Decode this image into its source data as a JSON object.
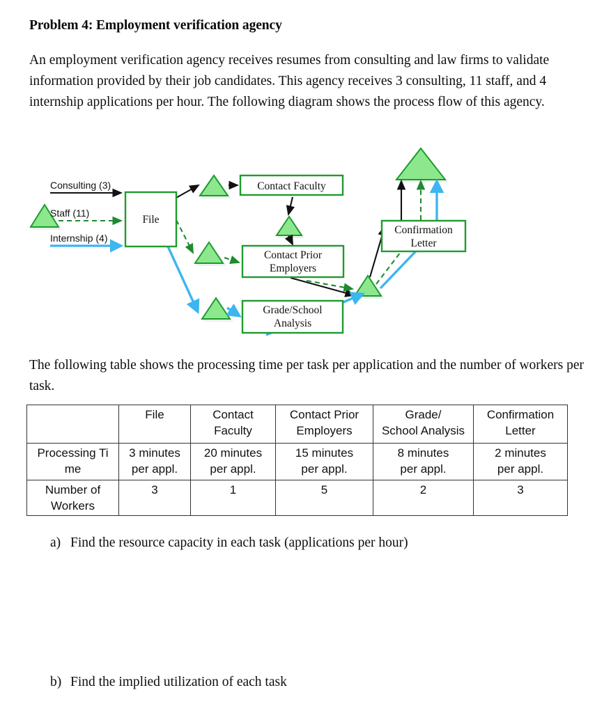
{
  "document": {
    "problem_title": "Problem 4: Employment verification agency",
    "intro_paragraph": "An employment verification agency receives resumes from consulting and law firms to validate information provided by their job candidates. This agency receives 3 consulting, 11 staff, and 4 internship applications per hour. The following diagram shows the process flow of this agency.",
    "table_intro": "The following table shows the processing time per task per application and the number of workers per task."
  },
  "diagram": {
    "inputs": [
      {
        "label": "Consulting (3)",
        "flow": "consulting",
        "color": "#111111",
        "style": "solid"
      },
      {
        "label": "Staff (11)",
        "flow": "staff",
        "color": "#1f8a2f",
        "style": "dashed"
      },
      {
        "label": "Internship (4)",
        "flow": "internship",
        "color": "#3db5f0",
        "style": "solid-thick"
      }
    ],
    "boxes": [
      {
        "id": "file",
        "label_lines": [
          "File"
        ]
      },
      {
        "id": "contact-faculty",
        "label_lines": [
          "Contact Faculty"
        ]
      },
      {
        "id": "contact-prior-employers",
        "label_lines": [
          "Contact Prior",
          "Employers"
        ]
      },
      {
        "id": "grade-school-analysis",
        "label_lines": [
          "Grade/School",
          "Analysis"
        ]
      },
      {
        "id": "confirmation-letter",
        "label_lines": [
          "Confirmation",
          "Letter"
        ]
      }
    ],
    "colors": {
      "box_stroke": "#1f9b2f",
      "triangle_fill": "#8de88d",
      "triangle_stroke": "#1f9b2f",
      "consulting_arrow": "#111111",
      "staff_arrow": "#1f8a2f",
      "internship_arrow": "#3db5f0"
    },
    "buffer_count": 6
  },
  "table": {
    "columns": [
      {
        "key": "label",
        "lines": [
          "",
          ""
        ]
      },
      {
        "key": "file",
        "lines": [
          "File",
          ""
        ]
      },
      {
        "key": "contact_faculty",
        "lines": [
          "Contact",
          "Faculty"
        ]
      },
      {
        "key": "contact_prior_employers",
        "lines": [
          "Contact Prior",
          "Employers"
        ]
      },
      {
        "key": "grade_school_analysis",
        "lines": [
          "Grade/",
          "School Analysis"
        ]
      },
      {
        "key": "confirmation_letter",
        "lines": [
          "Confirmation",
          "Letter"
        ]
      }
    ],
    "rows": [
      {
        "label_lines": [
          "Processing Ti",
          "me"
        ],
        "cells": [
          [
            "3 minutes",
            "per appl."
          ],
          [
            "20 minutes",
            "per appl."
          ],
          [
            "15 minutes",
            "per appl."
          ],
          [
            "8 minutes",
            "per appl."
          ],
          [
            "2 minutes",
            "per appl."
          ]
        ]
      },
      {
        "label_lines": [
          "Number of",
          "Workers"
        ],
        "cells": [
          [
            "3",
            ""
          ],
          [
            "1",
            ""
          ],
          [
            "5",
            ""
          ],
          [
            "2",
            ""
          ],
          [
            "3",
            ""
          ]
        ]
      }
    ]
  },
  "questions": [
    {
      "marker": "a)",
      "text": "Find the resource capacity in each task (applications per hour)"
    },
    {
      "marker": "b)",
      "text": "Find the implied utilization of each task"
    }
  ],
  "chart_data": {
    "type": "diagram",
    "title": "Employment verification agency process flow",
    "nodes": [
      {
        "id": "file",
        "label": "File",
        "processing_time_min": 3,
        "workers": 3
      },
      {
        "id": "contact_faculty",
        "label": "Contact Faculty",
        "processing_time_min": 20,
        "workers": 1
      },
      {
        "id": "contact_prior_employers",
        "label": "Contact Prior Employers",
        "processing_time_min": 15,
        "workers": 5
      },
      {
        "id": "grade_school_analysis",
        "label": "Grade/School Analysis",
        "processing_time_min": 8,
        "workers": 2
      },
      {
        "id": "confirmation_letter",
        "label": "Confirmation Letter",
        "processing_time_min": 2,
        "workers": 3
      }
    ],
    "flows": [
      {
        "name": "Consulting",
        "rate_per_hour": 3,
        "route": [
          "file",
          "contact_faculty",
          "contact_prior_employers",
          "confirmation_letter"
        ]
      },
      {
        "name": "Staff",
        "rate_per_hour": 11,
        "route": [
          "file",
          "contact_prior_employers",
          "confirmation_letter"
        ]
      },
      {
        "name": "Internship",
        "rate_per_hour": 4,
        "route": [
          "file",
          "grade_school_analysis",
          "confirmation_letter"
        ]
      }
    ]
  }
}
